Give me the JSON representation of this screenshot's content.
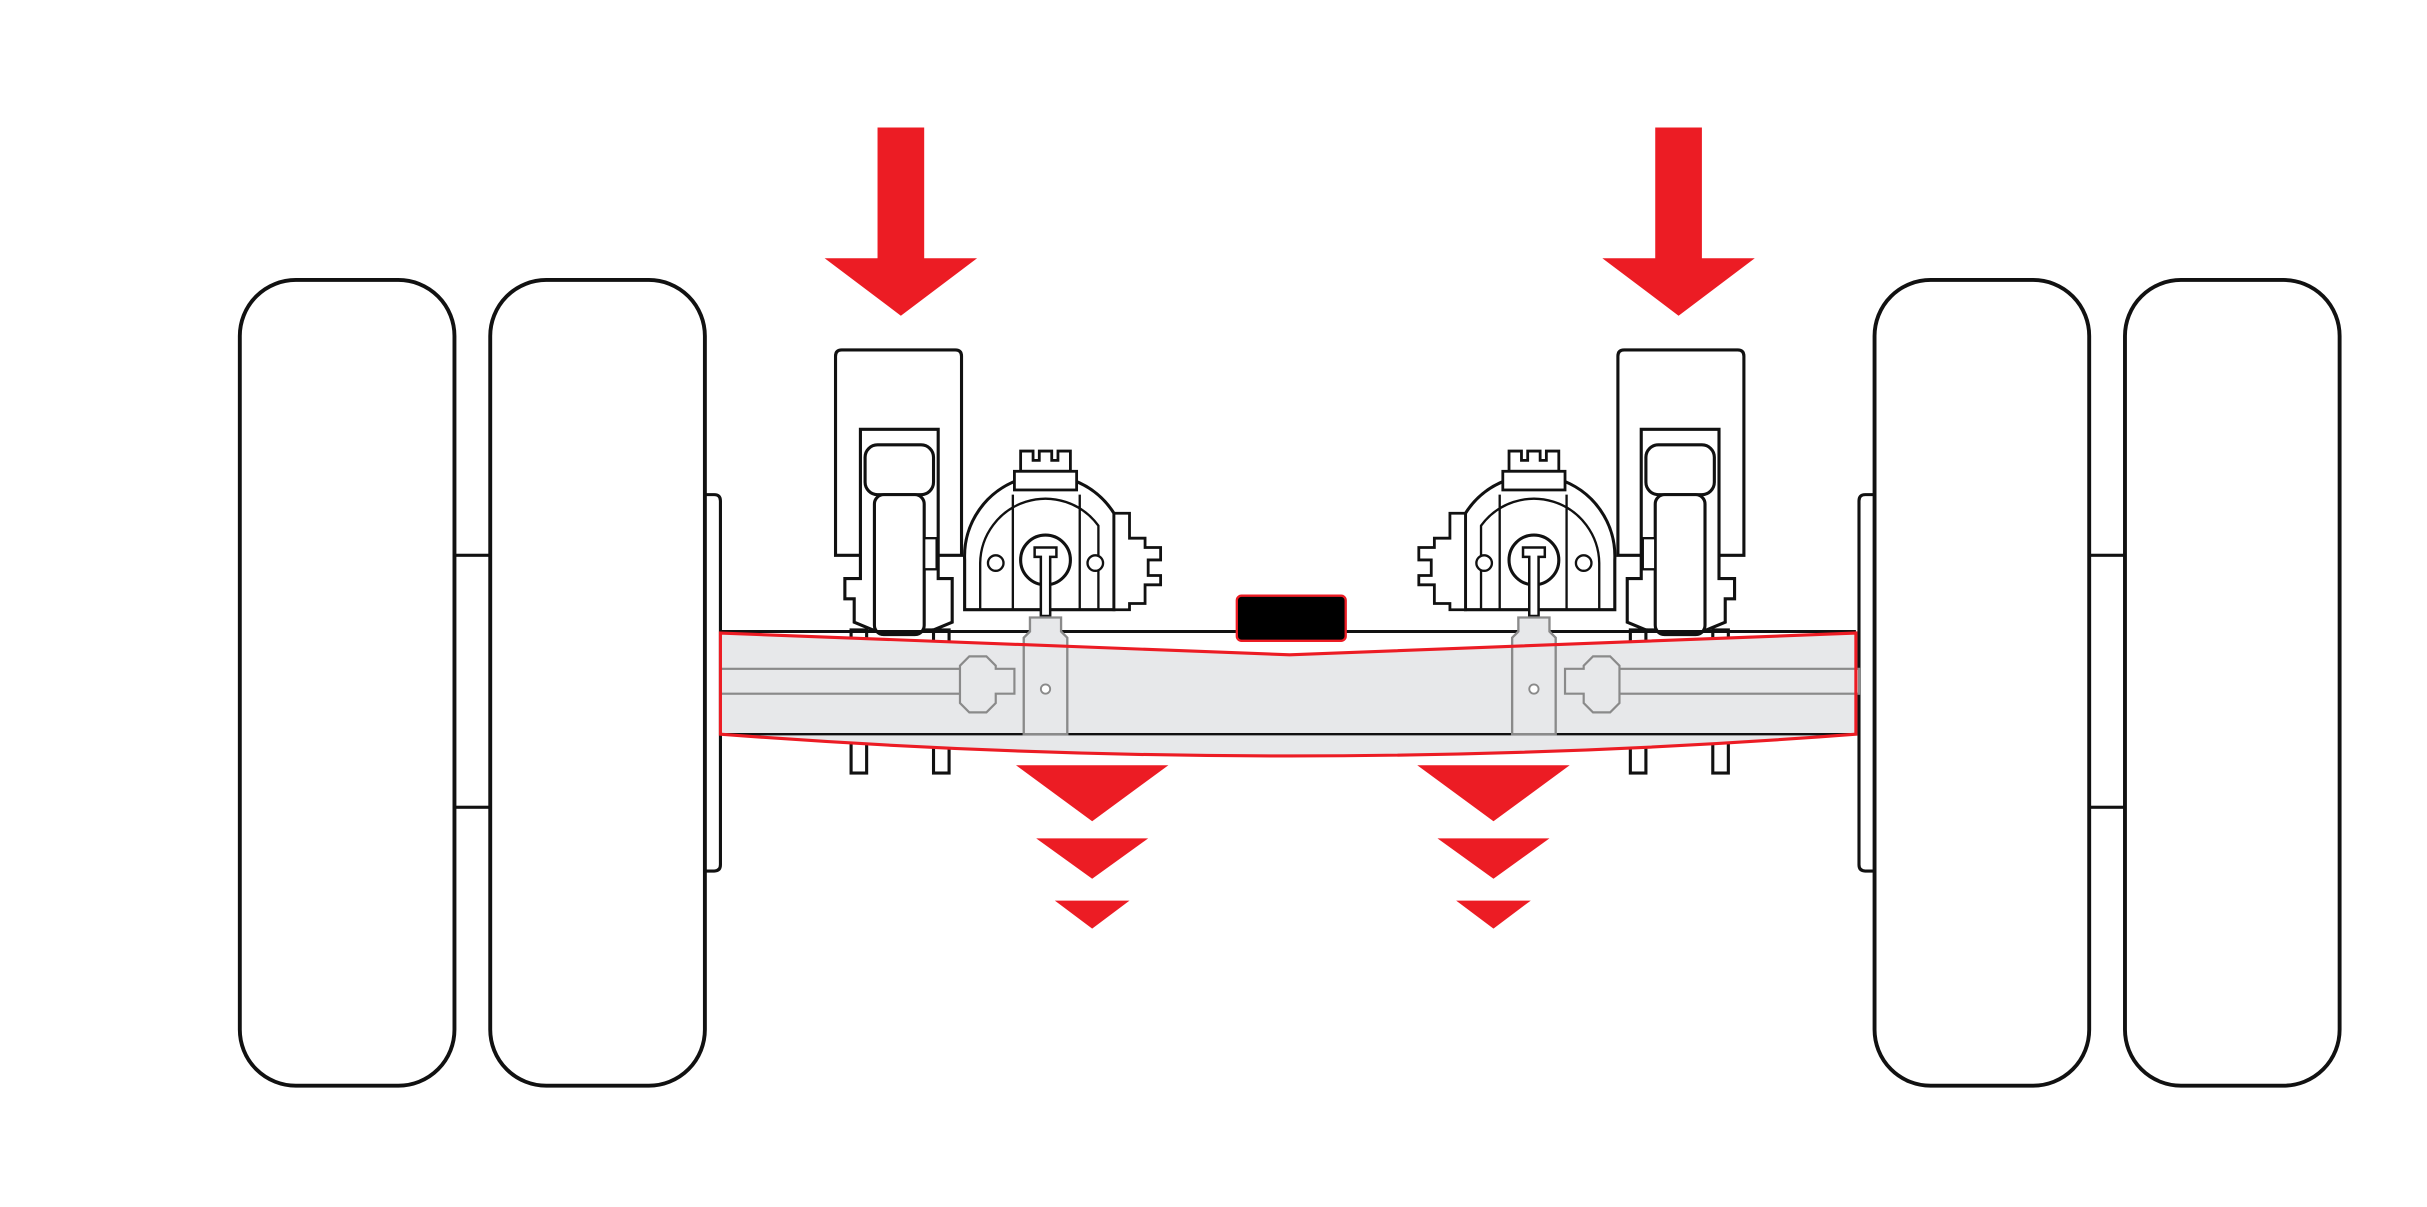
{
  "diagram": {
    "subject": "axle-beam-load-deflection",
    "tires_per_side": 2,
    "load_arrows": 2,
    "deflection_markers_per_side": 3,
    "colors": {
      "background": "#ffffff",
      "outline": "#111111",
      "load": "#ec1c24",
      "beam_fill": "#e7e8ea",
      "part_outline": "#8a8a8a",
      "center_block": "#000000"
    },
    "icons": [
      "tire-icon",
      "load-arrow-icon",
      "deflection-arrow-icon",
      "brake-drum-icon",
      "spring-seat-icon"
    ]
  }
}
